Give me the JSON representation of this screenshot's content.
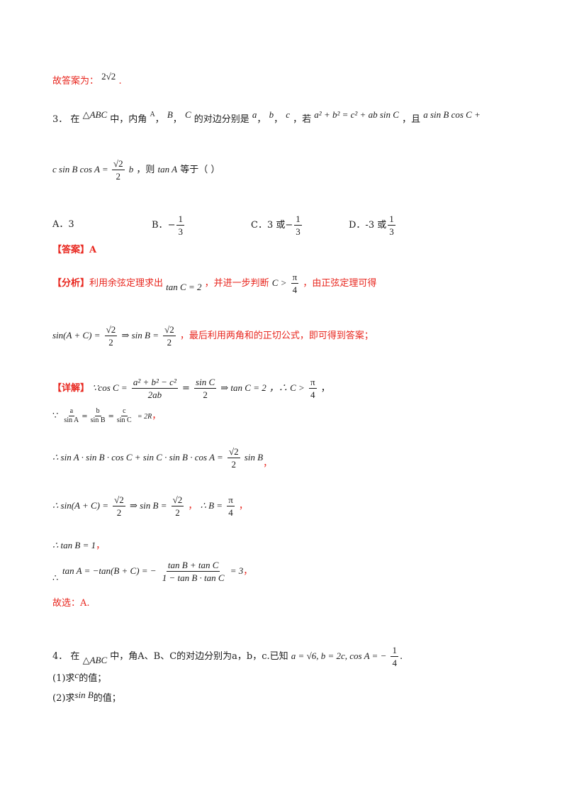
{
  "doc": {
    "prev_answer": {
      "label": "故答案为：",
      "value": "2√2",
      "end": "."
    },
    "q3": {
      "number": "3．",
      "text_a": "在",
      "tri": "△ABC",
      "text_b": "中，内角",
      "A": "A",
      "B": "B",
      "C": "C",
      "text_c": "的对边分别是",
      "a": "a",
      "b": "b",
      "c": "c",
      "comma": "，",
      "text_d": "，若",
      "cond1": "a² + b² = c² + ab sin C",
      "text_e": "，且",
      "cond2a": "a sin B cos C +",
      "cond2b": "c sin B cos A = ",
      "cond2c": "b",
      "text_f": "，则",
      "target": "tan A",
      "text_g": "等于（    ）",
      "options": {
        "A": "A．3",
        "B": "B．",
        "C": "C．3 或",
        "D": "D．-3 或"
      }
    },
    "answer": {
      "label": "【答案】A"
    },
    "analysis": {
      "label": "【分析】",
      "text1": "利用余弦定理求出",
      "expr1": "tan C = 2",
      "text2": "，并进一步判断",
      "expr2": "C >",
      "text3": "，由正弦定理可得",
      "expr3a": "sin(A + C) =",
      "expr3b": "⇒ sin B =",
      "text4": "，最后利用两角和的正切公式，即可得到答案；"
    },
    "detail": {
      "label": "【详解】",
      "l1a": "∵cos C =",
      "l1b": "=",
      "l1c": "⇒ tan C = 2",
      "l1d": "，∴ C >",
      "l1e": "，",
      "l2": "∵",
      "l2b": "= 2R",
      "l2c": "，",
      "l3": "∴ sin A · sin B · cos C + sin C · sin B · cos A =",
      "l3b": "sin B",
      "l3c": "，",
      "l4a": "∴ sin(A + C) =",
      "l4b": "⇒ sin B =",
      "l4c": "，",
      "l4d": "∴ B =",
      "l4e": "，",
      "l5": "∴ tan B = 1",
      "l5b": "，",
      "l6": "tan A = −tan(B + C) = −",
      "l6b": "= 3",
      "l6c": "，",
      "l6d": "∴",
      "result": "故选：A."
    },
    "q4": {
      "number": "4．",
      "text_a": "在",
      "tri": "△ABC",
      "text_b": "中，角A、B、C的对边分别为a，b，c.已知",
      "cond": "a = √6, b = 2c, cos A = −",
      "end": ".",
      "p1a": "(1)求",
      "p1v": "c",
      "p1b": "的值；",
      "p2a": "(2)求",
      "p2v": "sin B",
      "p2b": "的值；"
    },
    "fractions": {
      "sqrt2": "√2",
      "two": "2",
      "one": "1",
      "three": "3",
      "pi": "π",
      "four": "4",
      "cos_num": "a² + b² − c²",
      "cos_den": "2ab",
      "sinC_num": "sin C",
      "sa_num": "a",
      "sa_den": "sin A",
      "sb_num": "b",
      "sb_den": "sin B",
      "sc_num": "c",
      "sc_den": "sin C",
      "tan_num": "tan B + tan C",
      "tan_den": "1 − tan B · tan C"
    },
    "colors": {
      "red": "#e8261e",
      "text": "#1a1a1a"
    }
  }
}
